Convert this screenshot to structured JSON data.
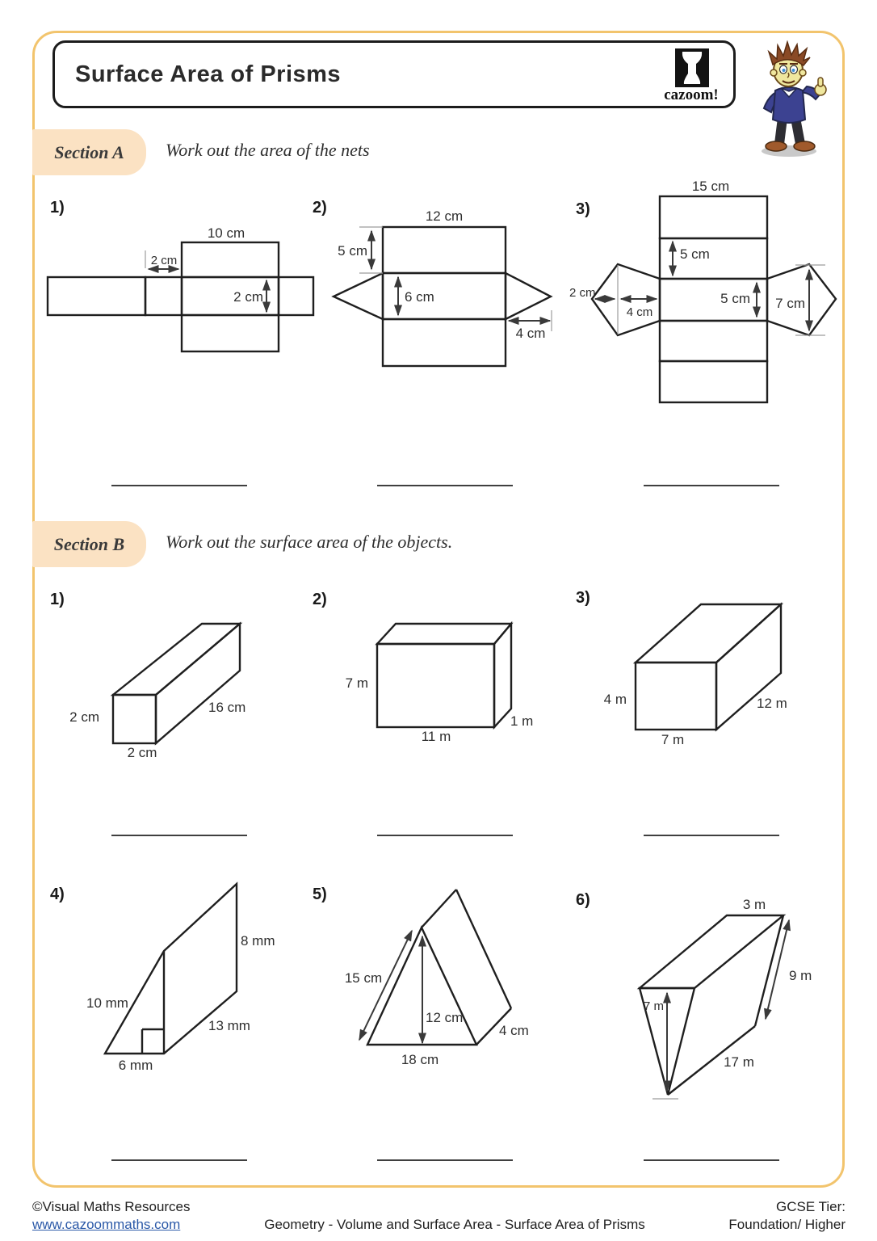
{
  "colors": {
    "page_border": "#f2c46d",
    "section_label_bg": "#fbe2c3",
    "diagram_line": "#1f1f1f",
    "dimension_arrow": "#3a3a3a",
    "link_blue": "#2b59a8"
  },
  "header": {
    "title": "Surface Area of Prisms",
    "logo_text": "cazoom!"
  },
  "section_a": {
    "label": "Section A",
    "instruction": "Work out the area of the nets",
    "p1": {
      "number": "1)",
      "top": "10 cm",
      "tab": "2 cm",
      "height": "2 cm"
    },
    "p2": {
      "number": "2)",
      "top": "12 cm",
      "side": "5 cm",
      "mid": "6 cm",
      "tri": "4 cm"
    },
    "p3": {
      "number": "3)",
      "top": "15 cm",
      "flap": "5 cm",
      "mid": "5 cm",
      "small": "2 cm",
      "wide": "4 cm",
      "end": "7 cm"
    }
  },
  "section_b": {
    "label": "Section B",
    "instruction": "Work out the surface area of the objects.",
    "p1": {
      "number": "1)",
      "h": "2 cm",
      "w": "2 cm",
      "l": "16 cm"
    },
    "p2": {
      "number": "2)",
      "h": "7 m",
      "w": "11 m",
      "d": "1 m"
    },
    "p3": {
      "number": "3)",
      "h": "4 m",
      "w": "7 m",
      "d": "12 m"
    },
    "p4": {
      "number": "4)",
      "hyp": "10 mm",
      "base": "6 mm",
      "h": "8 mm",
      "d": "13 mm"
    },
    "p5": {
      "number": "5)",
      "slant": "15 cm",
      "h": "12 cm",
      "base": "18 cm",
      "d": "4 cm"
    },
    "p6": {
      "number": "6)",
      "top": "3 m",
      "side": "9 m",
      "h": "7 m",
      "bottom": "17 m"
    }
  },
  "footer": {
    "copyright": "©Visual Maths Resources",
    "link": "www.cazoommaths.com",
    "center": "Geometry - Volume and Surface Area - Surface Area of Prisms",
    "tier_label": "GCSE Tier:",
    "tier_value": "Foundation/ Higher"
  }
}
